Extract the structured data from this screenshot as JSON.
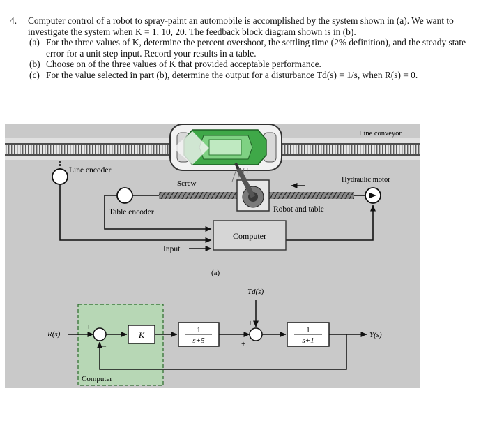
{
  "problem": {
    "number": "4.",
    "intro": "Computer control of a robot to spray-paint an automobile is accomplished by the system shown in (a). We want to investigate the system when K = 1, 10, 20. The feedback block diagram shown is in (b).",
    "parts": [
      {
        "label": "(a)",
        "text": "For the three values of K, determine the percent overshoot, the settling time (2% definition), and the steady state error for a unit step input. Record your results in a table."
      },
      {
        "label": "(b)",
        "text": "Choose on of the three values of K that provided acceptable performance."
      },
      {
        "label": "(c)",
        "text": "For the value selected in part (b), determine the output for a disturbance Td(s) = 1/s, when R(s) = 0."
      }
    ]
  },
  "figure_a": {
    "line_conveyor": "Line conveyor",
    "line_encoder": "Line encoder",
    "screw": "Screw",
    "hydraulic_motor": "Hydraulic motor",
    "table_encoder": "Table encoder",
    "robot_and_table": "Robot and table",
    "computer": "Computer",
    "input": "Input",
    "caption": "(a)"
  },
  "figure_b": {
    "r_label": "R(s)",
    "y_label": "Y(s)",
    "td_label": "Td(s)",
    "gain": "K",
    "g1_num": "1",
    "g1_den": "s+5",
    "g2_num": "1",
    "g2_den": "s+1",
    "computer": "Computer",
    "plus1": "+",
    "minus1": "−",
    "plus2": "+",
    "plus3": "+"
  },
  "colors": {
    "panel": "#c9c9c9",
    "car_green": "#3fa848",
    "conveyor_dark": "#4d4d4d",
    "computer_box": "#d6d6d6"
  }
}
